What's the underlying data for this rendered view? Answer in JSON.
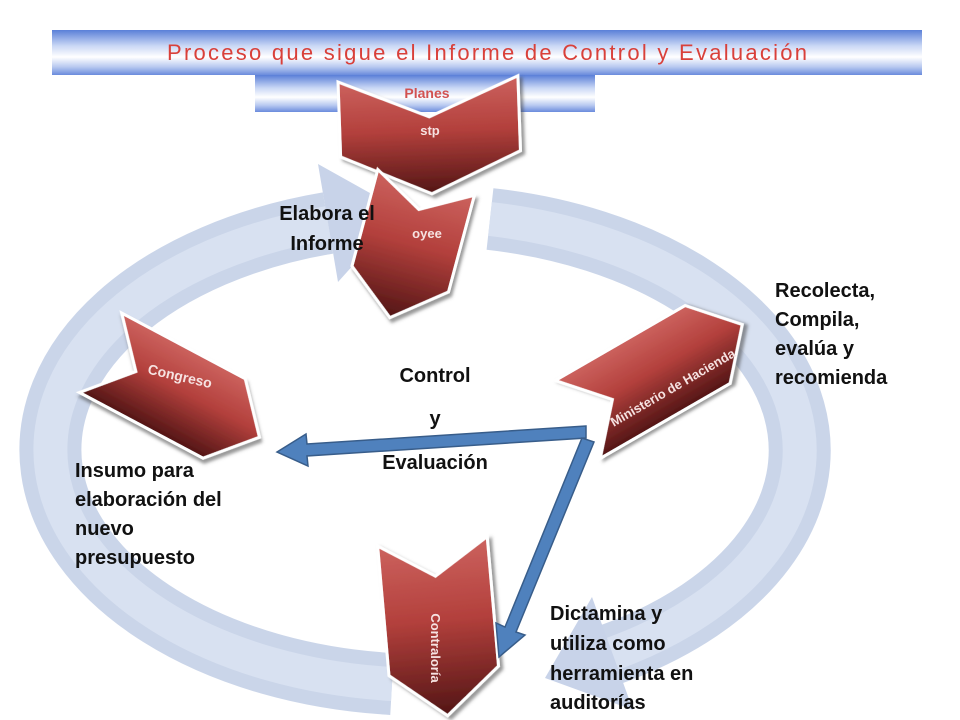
{
  "title": "Proceso que sigue el Informe de Control y Evaluación",
  "subtitle": "Planes",
  "chevrons": {
    "stp": "stp",
    "oyee": "oyee",
    "ministerio": "Ministerio de Hacienda",
    "congreso": "Congreso",
    "contraloria": "Contraloría"
  },
  "labels": {
    "elabora": [
      "Elabora el",
      "Informe"
    ],
    "recolecta": [
      "Recolecta,",
      "Compila,",
      "evalúa y",
      "recomienda"
    ],
    "center": [
      "Control",
      "y",
      "Evaluación"
    ],
    "insumo": [
      "Insumo para",
      "elaboración del",
      "nuevo",
      "presupuesto"
    ],
    "dictamina": [
      "Dictamina y",
      "utiliza como",
      "herramienta en",
      "auditorías"
    ]
  },
  "colors": {
    "title": "#d9403a",
    "planes": "#d25252",
    "chevron": "#c0504d",
    "arrow": "#4f81bd",
    "arrow_outline": "#385d8a",
    "ring": "#c4d0e7",
    "ring_head": "#c8d3e9"
  }
}
